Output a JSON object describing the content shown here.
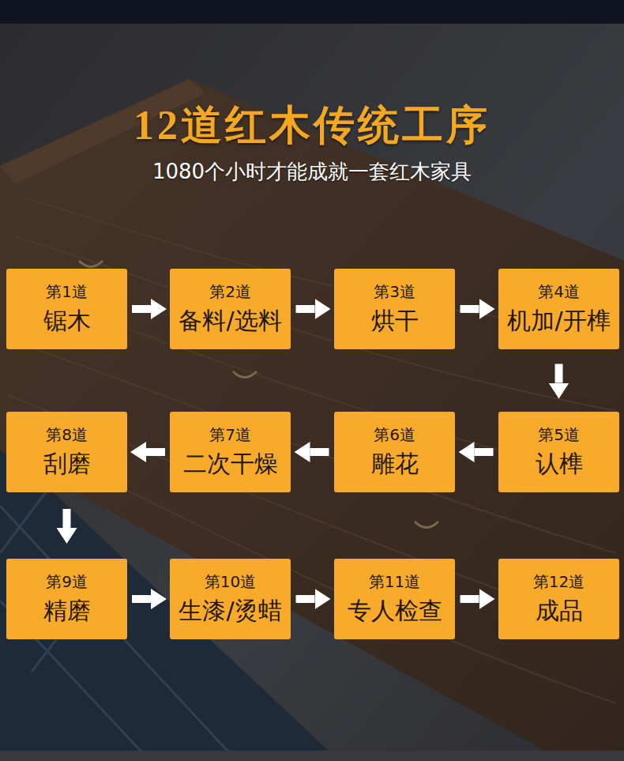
{
  "diagram": {
    "title": "12道红木传统工序",
    "nodes": [
      {
        "text": [
          "第1道",
          "锯木"
        ]
      },
      {
        "text": [
          "第2道",
          "备料/选料"
        ]
      },
      {
        "text": [
          "第3道",
          "烘干"
        ]
      },
      {
        "text": [
          "第4道",
          "机加/开榫"
        ]
      },
      {
        "text": [
          "第5道",
          "认榫"
        ]
      },
      {
        "text": [
          "第6道",
          "雕花"
        ]
      },
      {
        "text": [
          "第7道",
          "二次干燥"
        ]
      },
      {
        "text": [
          "第8道",
          "刮磨"
        ]
      },
      {
        "text": [
          "第9道",
          "精磨"
        ]
      },
      {
        "text": [
          "第10道",
          "生漆/烫蜡"
        ]
      },
      {
        "text": [
          "第11道",
          "专人检查"
        ]
      },
      {
        "text": [
          "第12道",
          "成品"
        ]
      }
    ],
    "edges": [
      {
        "from": 0,
        "to": 1,
        "arrow": "to"
      },
      {
        "from": 1,
        "to": 2,
        "arrow": "to"
      },
      {
        "from": 2,
        "to": 3,
        "arrow": "to"
      },
      {
        "from": 3,
        "to": 4,
        "arrow": "to"
      },
      {
        "from": 4,
        "to": 5,
        "arrow": "to"
      },
      {
        "from": 5,
        "to": 6,
        "arrow": "to"
      },
      {
        "from": 6,
        "to": 7,
        "arrow": "to"
      },
      {
        "from": 7,
        "to": 8,
        "arrow": "to"
      },
      {
        "from": 8,
        "to": 9,
        "arrow": "to"
      },
      {
        "from": 9,
        "to": 10,
        "arrow": "to"
      },
      {
        "from": 10,
        "to": 11,
        "arrow": "to"
      }
    ],
    "labels": [
      "1080个小时才能成就一套红木家具"
    ]
  }
}
